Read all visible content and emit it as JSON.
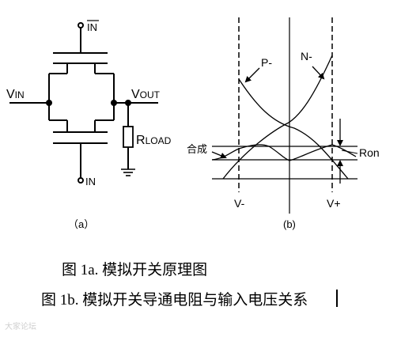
{
  "circuit": {
    "label_vin": "VIN",
    "label_vout": "VOUT",
    "label_rload": "RLOAD",
    "label_in_bar": "IN",
    "label_in": "IN",
    "panel_label": "（a）"
  },
  "graph": {
    "label_p": "P-",
    "label_n": "N-",
    "label_combined": "合成",
    "label_ron": "Ron",
    "label_vminus": "V-",
    "label_vplus": "V+",
    "panel_label": "(b)"
  },
  "captions": {
    "fig_1a": "图 1a. 模拟开关原理图",
    "fig_1b": "图 1b. 模拟开关导通电阻与输入电压关系"
  },
  "watermark": "大家论坛"
}
